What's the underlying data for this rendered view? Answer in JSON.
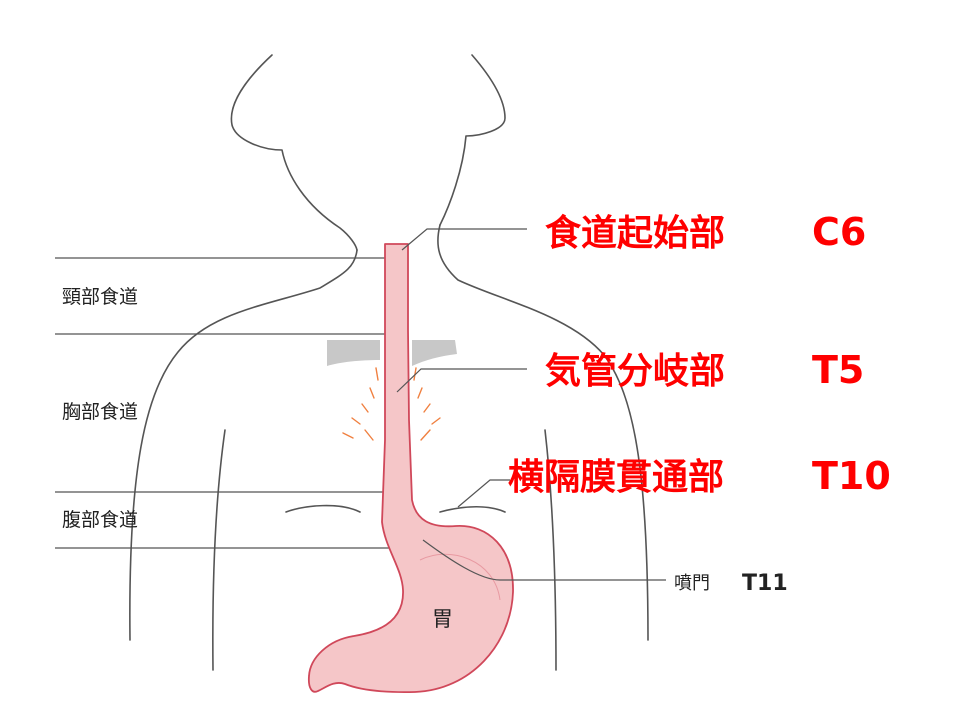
{
  "colors": {
    "outline": "#555555",
    "esophagus_fill": "#f5c6c8",
    "esophagus_stroke": "#d0485a",
    "annotation_red": "#ff0000",
    "cartilage": "#c8c8c8",
    "nerve_orange": "#f08040"
  },
  "regions": {
    "cervical": "頸部食道",
    "thoracic": "胸部食道",
    "abdominal": "腹部食道"
  },
  "landmarks": [
    {
      "name": "食道起始部",
      "level": "C6"
    },
    {
      "name": "気管分岐部",
      "level": "T5"
    },
    {
      "name": "横隔膜貫通部",
      "level": "T10"
    }
  ],
  "cardia": {
    "name": "噴門",
    "level": "T11"
  },
  "stomach_label": "胃"
}
